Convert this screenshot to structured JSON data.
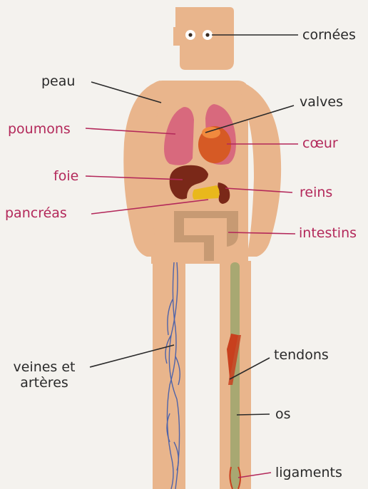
{
  "colors": {
    "background": "#f4f2ee",
    "skin": "#e9b58c",
    "lungs": "#d8697d",
    "heart": "#d65a25",
    "heart_highlight": "#f08a3e",
    "liver": "#7a2818",
    "kidneys": "#7a2818",
    "pancreas": "#e9b81c",
    "intestines": "#c79a73",
    "veins": "#4e63a9",
    "bone": "#a8a872",
    "tendons": "#c8401e",
    "label_dark": "#2a2a2a",
    "label_accent": "#b3285a"
  },
  "labels": {
    "cornees": "cornées",
    "peau": "peau",
    "valves": "valves",
    "poumons": "poumons",
    "coeur": "cœur",
    "foie": "foie",
    "reins": "reins",
    "pancreas": "pancréas",
    "intestins": "intestins",
    "veines": "veines et artères",
    "tendons": "tendons",
    "os": "os",
    "ligaments": "ligaments"
  }
}
